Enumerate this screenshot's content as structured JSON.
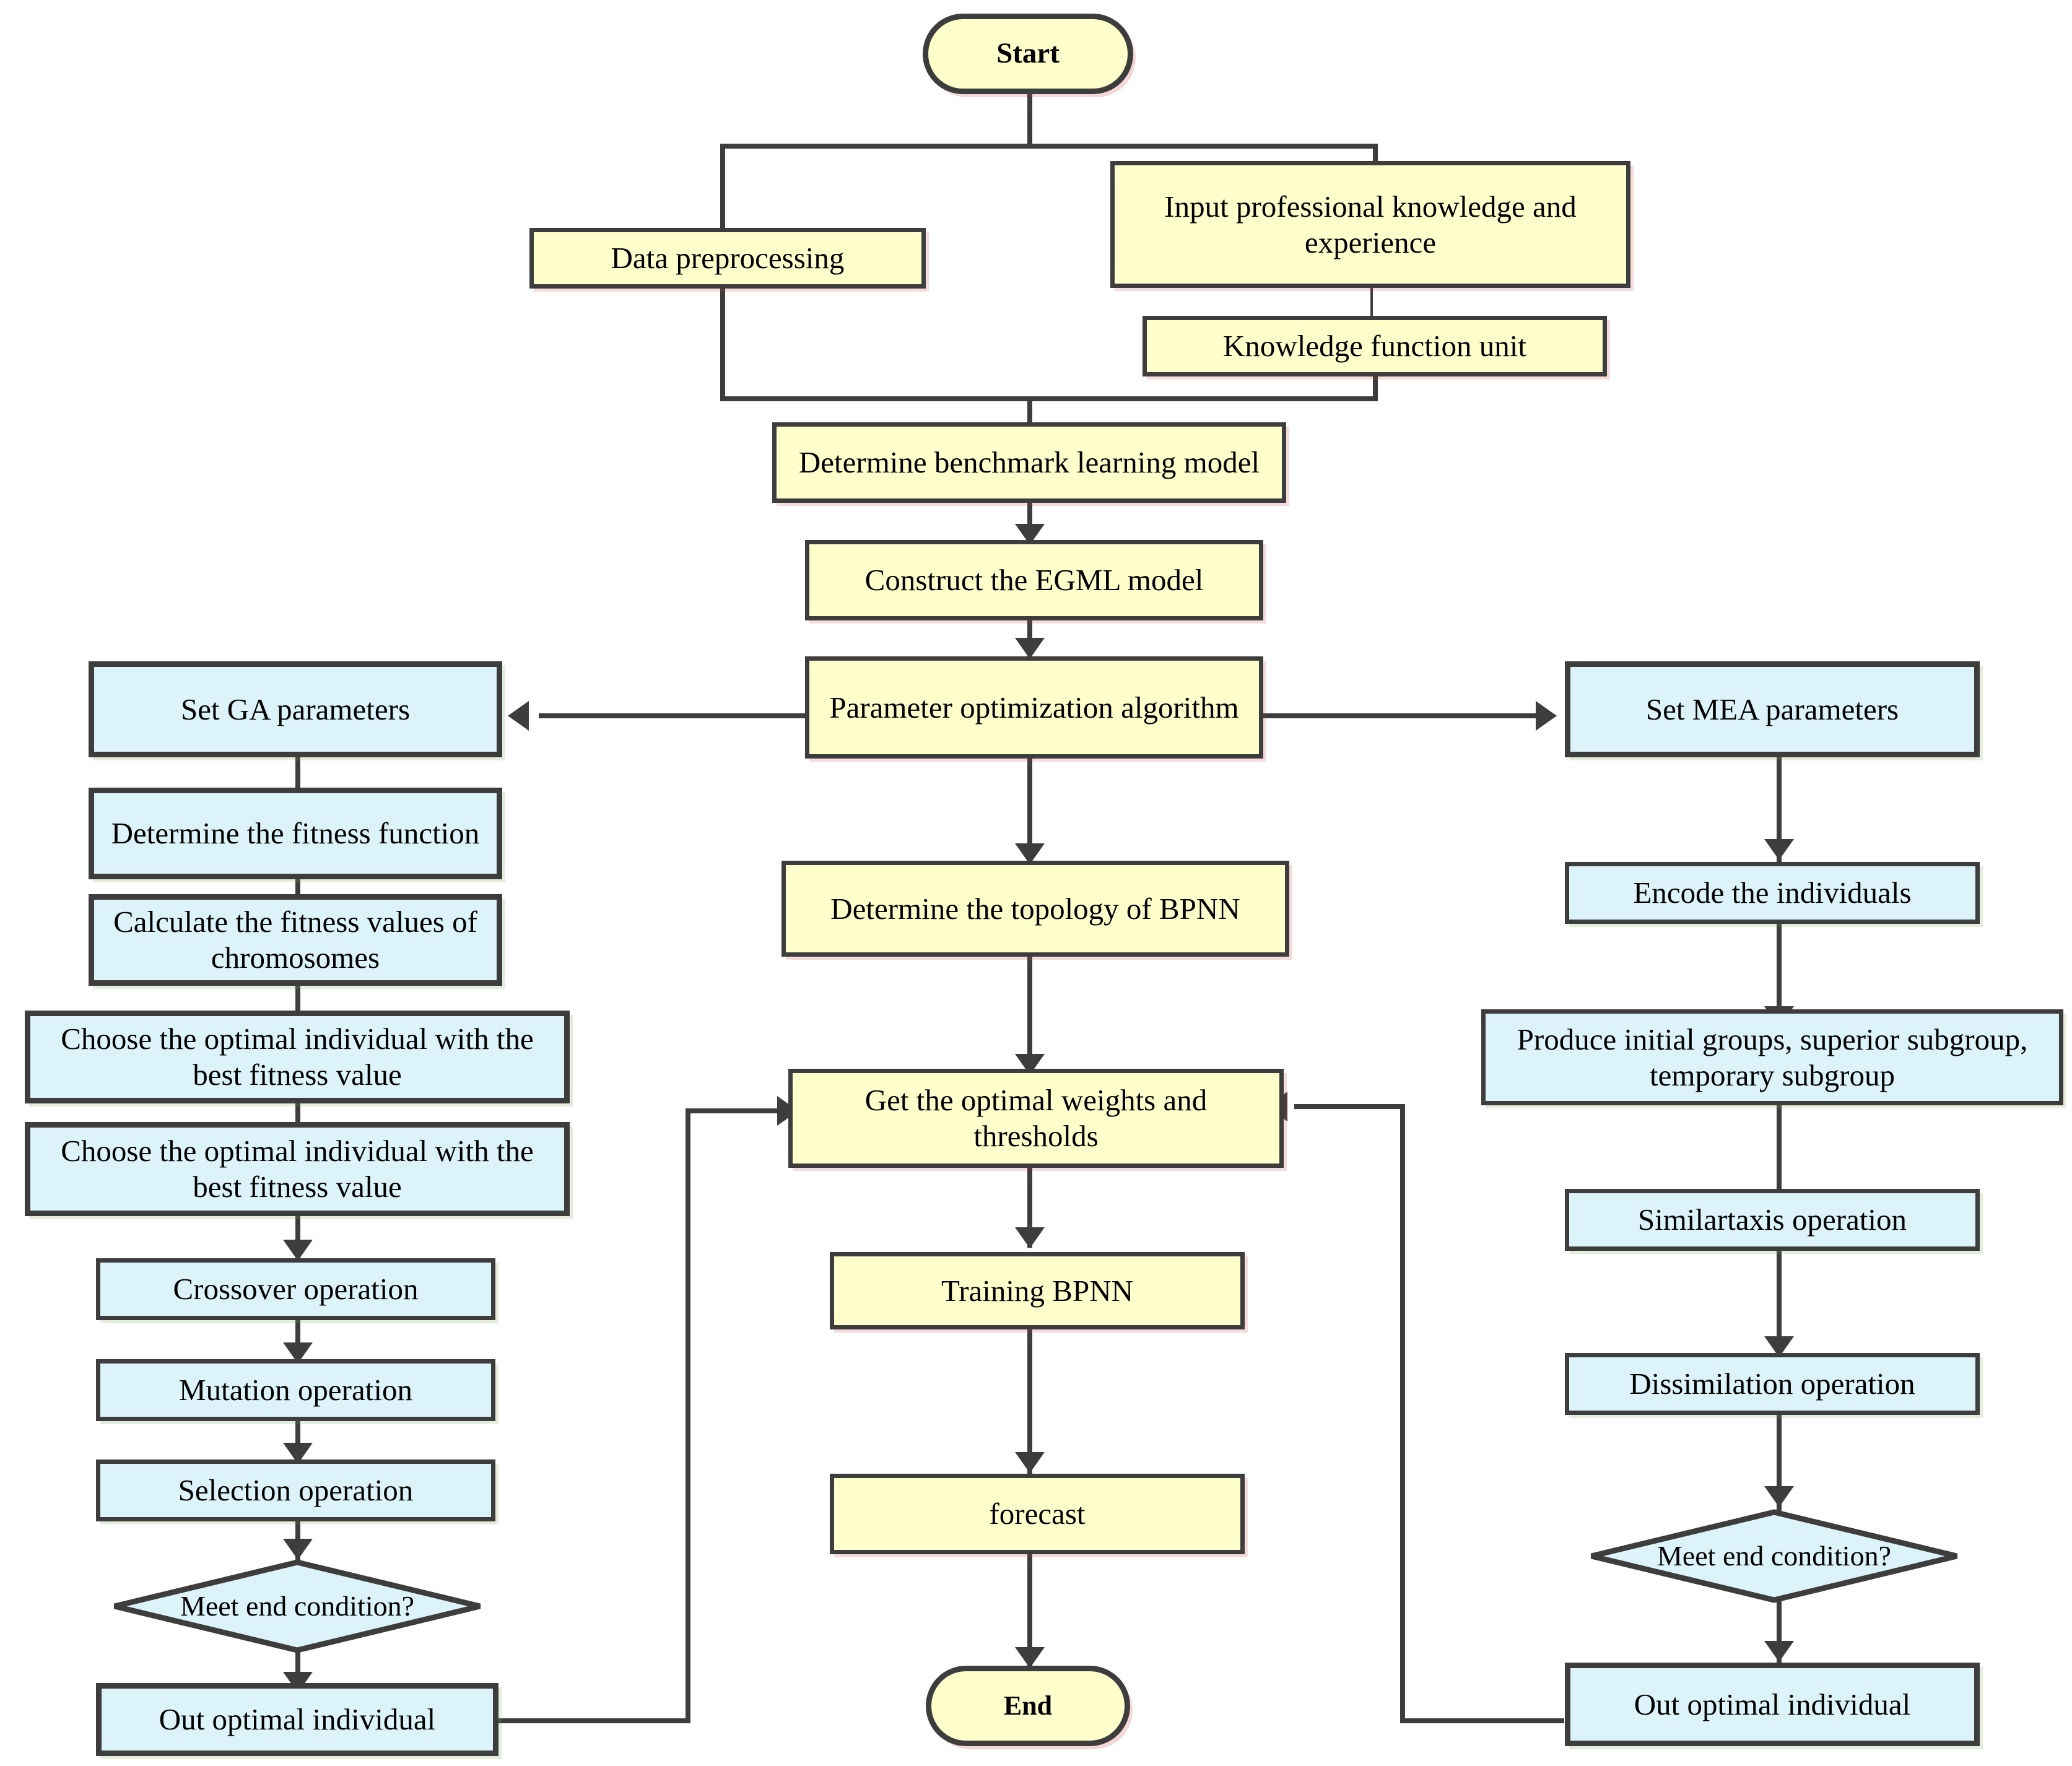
{
  "diagram": {
    "title": "EGML model parameter optimization flowchart",
    "colors": {
      "yellow_fill": "#FFFFCC",
      "blue_fill": "#DCF3F9",
      "stroke": "#3D3D3D",
      "text": "#000000",
      "background": "#FFFFFF"
    },
    "nodes": {
      "start": "Start",
      "data_preprocessing": "Data preprocessing",
      "input_knowledge": "Input professional knowledge and experience",
      "knowledge_unit": "Knowledge function unit",
      "benchmark_model": "Determine benchmark learning model",
      "construct_egml": "Construct  the EGML model",
      "param_opt_algorithm": "Parameter optimization algorithm",
      "topology_bpnn": "Determine the topology of BPNN",
      "optimal_weights": "Get the optimal weights and thresholds",
      "training_bpnn": "Training BPNN",
      "forecast": "forecast",
      "end": "End",
      "set_ga": "Set GA parameters",
      "fitness_function": "Determine the fitness function",
      "fitness_values": "Calculate  the  fitness values of chromosomes",
      "choose_optimal_1": "Choose the optimal individual with the best fitness value",
      "choose_optimal_2": "Choose the optimal individual with the best fitness value",
      "crossover": "Crossover operation",
      "mutation": "Mutation operation",
      "selection": "Selection operation",
      "ga_meet_end": "Meet end condition?",
      "ga_out_optimal": "Out optimal individual",
      "set_mea": "Set MEA parameters",
      "encode_individuals": "Encode the individuals",
      "produce_groups": "Produce initial groups, superior subgroup,  temporary subgroup",
      "similartaxis": "Similartaxis operation",
      "dissimilation": "Dissimilation operation",
      "mea_meet_end": "Meet end condition?",
      "mea_out_optimal": "Out optimal individual"
    }
  }
}
